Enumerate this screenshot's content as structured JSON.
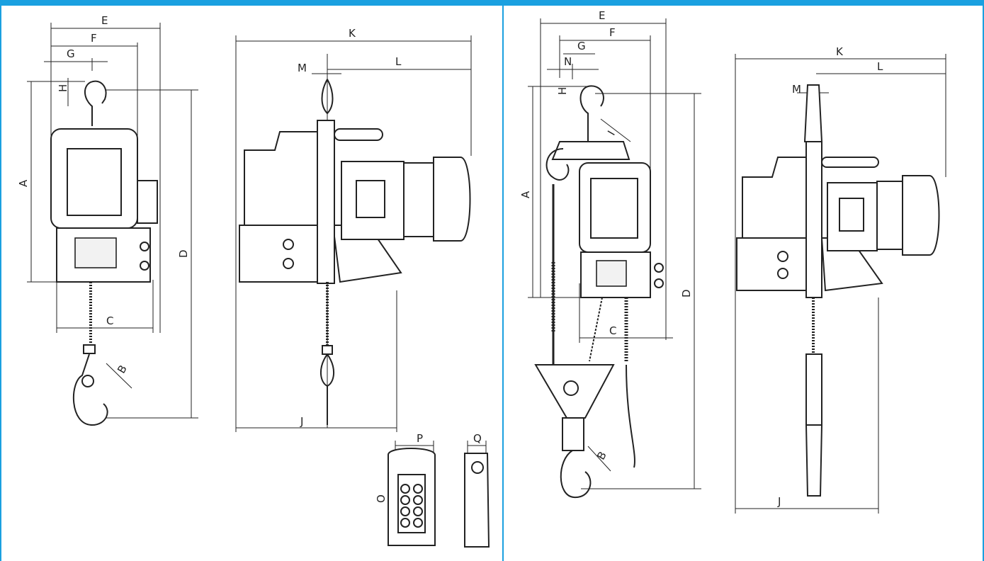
{
  "accent_color": "#1aa0e0",
  "left_panel": {
    "front_view": {
      "A": "A",
      "B": "B",
      "C": "C",
      "D": "D",
      "E": "E",
      "F": "F",
      "G": "G",
      "H": "H"
    },
    "side_view": {
      "J": "J",
      "K": "K",
      "L": "L",
      "M": "M"
    },
    "remote_view": {
      "O": "O",
      "P": "P",
      "Q": "Q"
    }
  },
  "right_panel": {
    "front_view": {
      "A": "A",
      "B": "B",
      "C": "C",
      "D": "D",
      "E": "E",
      "F": "F",
      "G": "G",
      "H": "H",
      "I": "I",
      "N": "N"
    },
    "side_view": {
      "J": "J",
      "K": "K",
      "L": "L",
      "M": "M"
    }
  }
}
